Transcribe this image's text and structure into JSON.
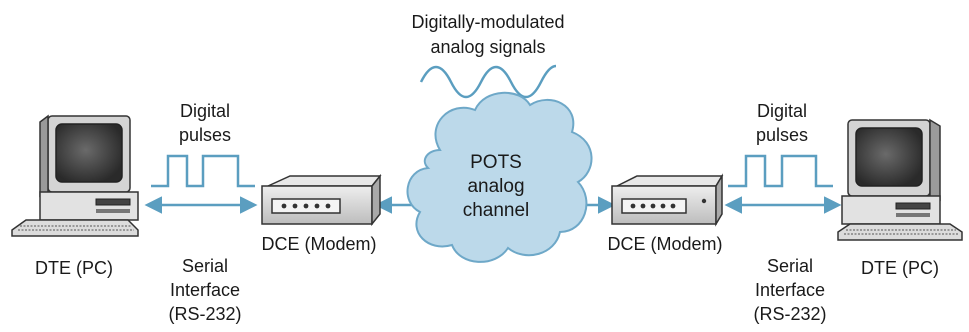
{
  "title": {
    "line1": "Digitally-modulated",
    "line2": "analog signals"
  },
  "left": {
    "dte": "DTE (PC)",
    "dce": "DCE (Modem)",
    "pulses_line1": "Digital",
    "pulses_line2": "pulses",
    "serial_line1": "Serial",
    "serial_line2": "Interface",
    "serial_line3": "(RS-232)"
  },
  "right": {
    "dte": "DTE (PC)",
    "dce": "DCE (Modem)",
    "pulses_line1": "Digital",
    "pulses_line2": "pulses",
    "serial_line1": "Serial",
    "serial_line2": "Interface",
    "serial_line3": "(RS-232)"
  },
  "cloud": {
    "line1": "POTS",
    "line2": "analog",
    "line3": "channel"
  },
  "colors": {
    "arrow": "#5b9ec0",
    "cloud_fill": "#bcd9ea",
    "cloud_stroke": "#6ea8c8",
    "wave": "#5b9ec0",
    "pulse": "#5b9ec0",
    "device": "#d6d6d6",
    "screen": "#3a3a3a"
  }
}
